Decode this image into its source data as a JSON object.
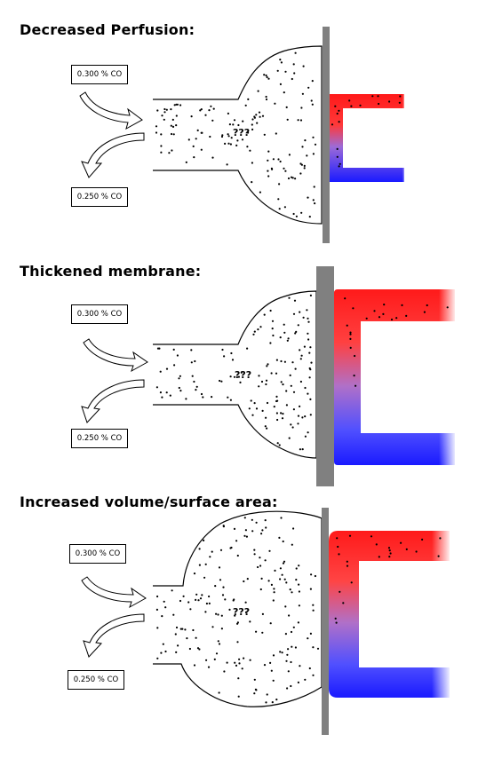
{
  "panels": [
    {
      "id": "decreased-perfusion",
      "heading": "Decreased Perfusion:",
      "inflow_label": "0.300 % CO",
      "outflow_label": "0.250 % CO",
      "alveolus_label": "???"
    },
    {
      "id": "thickened-membrane",
      "heading": "Thickened membrane:",
      "inflow_label": "0.300 % CO",
      "outflow_label": "0.250 % CO",
      "alveolus_label": "???"
    },
    {
      "id": "increased-volume",
      "heading": "Increased volume/surface area:",
      "inflow_label": "0.300 % CO",
      "outflow_label": "0.250 % CO",
      "alveolus_label": "???"
    }
  ],
  "colors": {
    "oxygenated_blood": "#ff1a1a",
    "deoxygenated_blood": "#1a1aff",
    "membrane": "#808080",
    "outline": "#000000"
  }
}
